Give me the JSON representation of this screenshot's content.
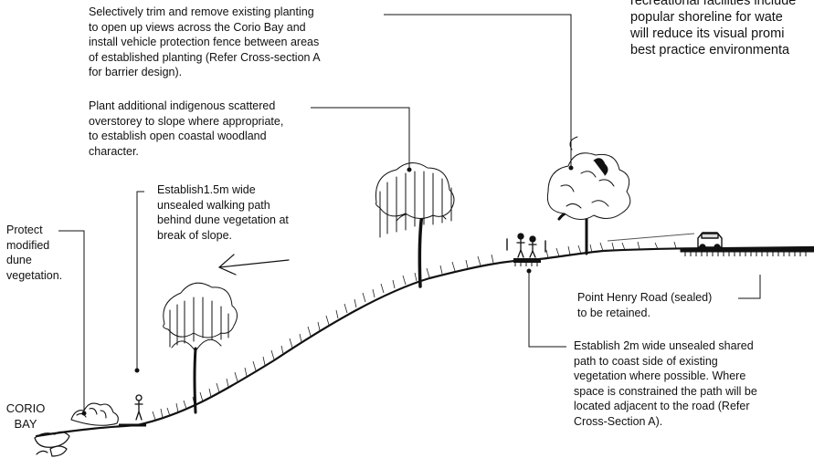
{
  "annotations": {
    "trim_planting": "Selectively trim and remove existing planting\nto open up views across the Corio Bay and\ninstall vehicle protection fence between areas\nof established planting (Refer Cross-section A\nfor barrier design).",
    "overstorey": "Plant additional indigenous scattered\noverstorey to slope where appropriate,\nto establish open coastal woodland\ncharacter.",
    "walking_path": "Establish1.5m wide\nunsealed walking path\nbehind dune vegetation at\nbreak of slope.",
    "dune": "Protect\nmodified\ndune\nvegetation.",
    "road": "Point Henry Road (sealed)\nto be retained.",
    "shared_path": "Establish 2m wide unsealed shared\npath to coast side of existing\nvegetation where possible. Where\nspace is constrained the path will be\nlocated adjacent to the road (Refer\nCross-Section A).",
    "top_right_clipped": "recreational facilities include\npopular shoreline for wate\nwill reduce its visual promi\nbest practice environmenta"
  },
  "location_label": "CORIO\nBAY"
}
